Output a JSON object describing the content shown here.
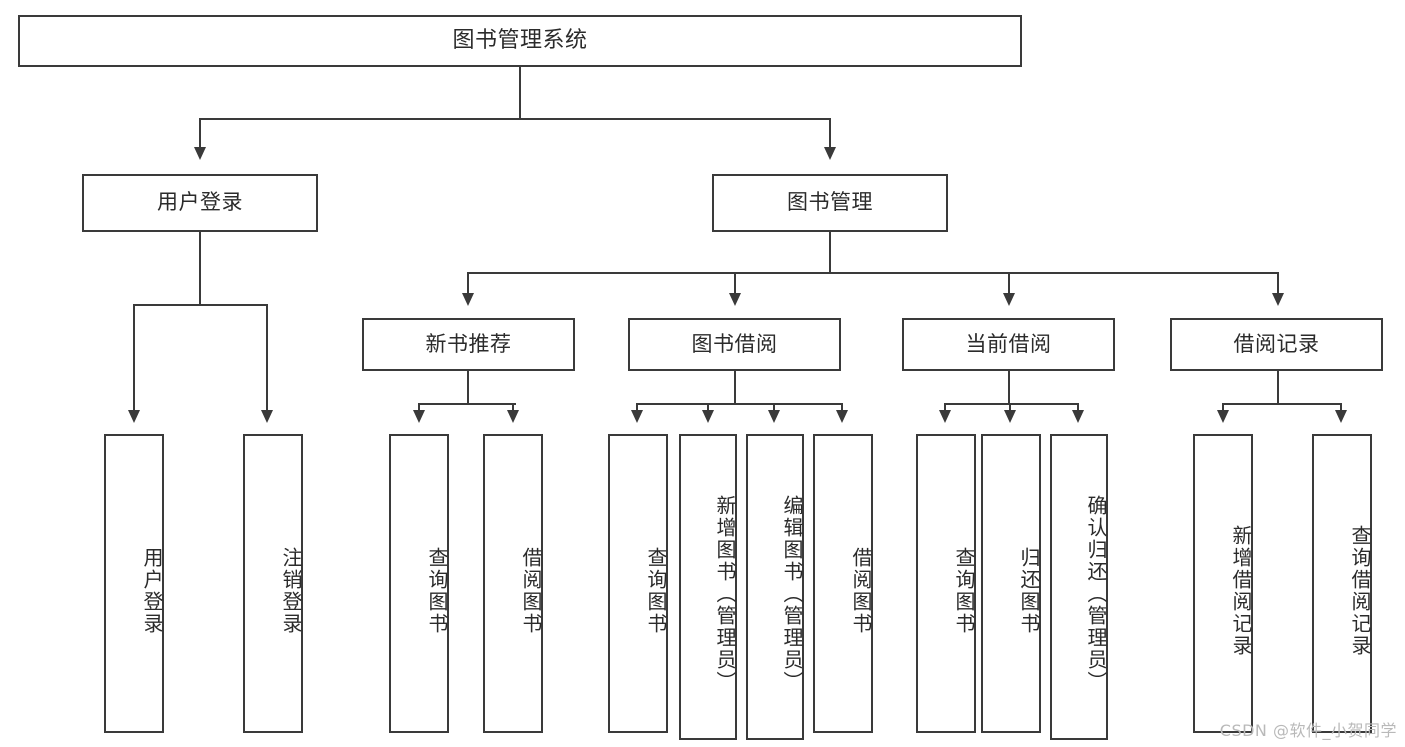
{
  "diagram": {
    "title": "图书管理系统",
    "type": "tree-hierarchy-diagram",
    "root": {
      "id": "root",
      "label": "图书管理系统"
    },
    "level2": [
      {
        "id": "user-login",
        "label": "用户登录"
      },
      {
        "id": "book-manage",
        "label": "图书管理"
      }
    ],
    "level3": [
      {
        "id": "new-book-rec",
        "label": "新书推荐"
      },
      {
        "id": "book-borrow",
        "label": "图书借阅"
      },
      {
        "id": "current-borrow",
        "label": "当前借阅"
      },
      {
        "id": "borrow-record",
        "label": "借阅记录"
      }
    ],
    "leaves": {
      "user_login": [
        {
          "id": "leaf-user-login",
          "label": "用户登录"
        },
        {
          "id": "leaf-logout-login",
          "label": "注销登录"
        }
      ],
      "new_book_rec": [
        {
          "id": "leaf-query-book-1",
          "label": "查询图书"
        },
        {
          "id": "leaf-borrow-book-1",
          "label": "借阅图书"
        }
      ],
      "book_borrow": [
        {
          "id": "leaf-query-book-2",
          "label": "查询图书"
        },
        {
          "id": "leaf-add-book-admin",
          "label": "新增图书（管理员）"
        },
        {
          "id": "leaf-edit-book-admin",
          "label": "编辑图书（管理员）"
        },
        {
          "id": "leaf-borrow-book-2",
          "label": "借阅图书"
        }
      ],
      "current_borrow": [
        {
          "id": "leaf-query-book-3",
          "label": "查询图书"
        },
        {
          "id": "leaf-return-book",
          "label": "归还图书"
        },
        {
          "id": "leaf-confirm-return-admin",
          "label": "确认归还（管理员）"
        }
      ],
      "borrow_record": [
        {
          "id": "leaf-add-borrow-record",
          "label": "新增借阅记录"
        },
        {
          "id": "leaf-query-borrow-record",
          "label": "查询借阅记录"
        }
      ]
    }
  },
  "watermark": {
    "text": "CSDN @软件_小贺同学"
  },
  "colors": {
    "stroke": "#3a3a3a",
    "text": "#2b2b2b",
    "background": "#ffffff",
    "watermark": "#b9b9b9"
  }
}
